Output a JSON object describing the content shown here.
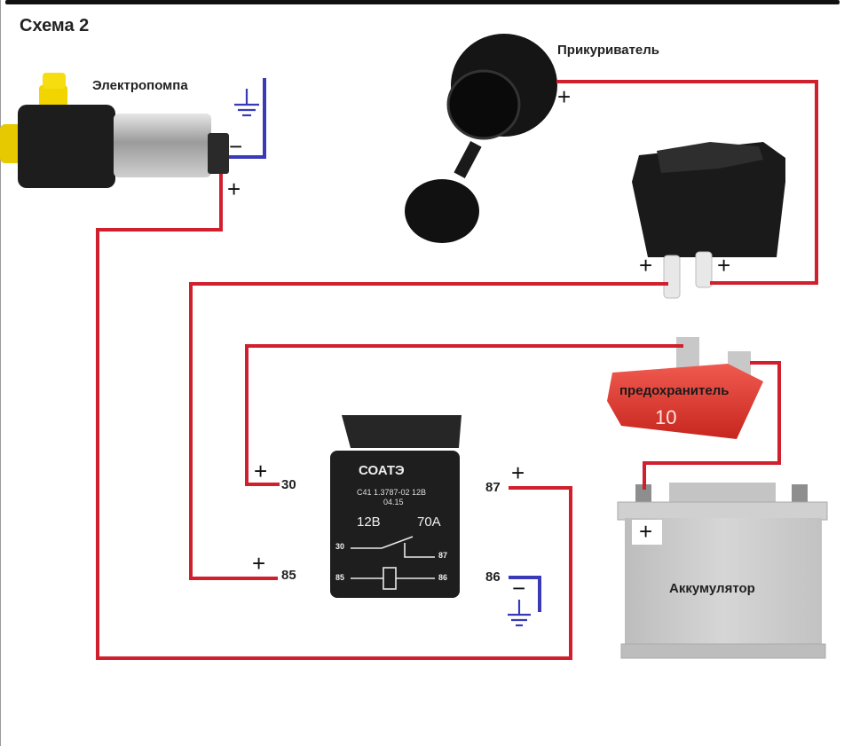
{
  "title": "Схема 2",
  "components": {
    "pump": {
      "label": "Электропомпа"
    },
    "lighter": {
      "label": "Прикуриватель"
    },
    "switch": {
      "label": ""
    },
    "fuse": {
      "label": "предохранитель",
      "rating": "10"
    },
    "relay": {
      "brand": "СОАТЭ",
      "model": "С41 1.3787-02 12В",
      "date": "04.15",
      "voltage": "12В",
      "current": "70А",
      "pins": {
        "p30": "30",
        "p87": "87",
        "p85": "85",
        "p86": "86"
      }
    },
    "battery": {
      "label": "Аккумулятор"
    }
  },
  "terminals": {
    "pin30": "30",
    "pin87": "87",
    "pin85": "85",
    "pin86": "86"
  },
  "signs": {
    "plus": "+",
    "minus": "−"
  },
  "colors": {
    "positive_wire": "#d0202e",
    "ground_wire": "#3a3ab8",
    "ground_symbol": "#3a3ab8"
  }
}
